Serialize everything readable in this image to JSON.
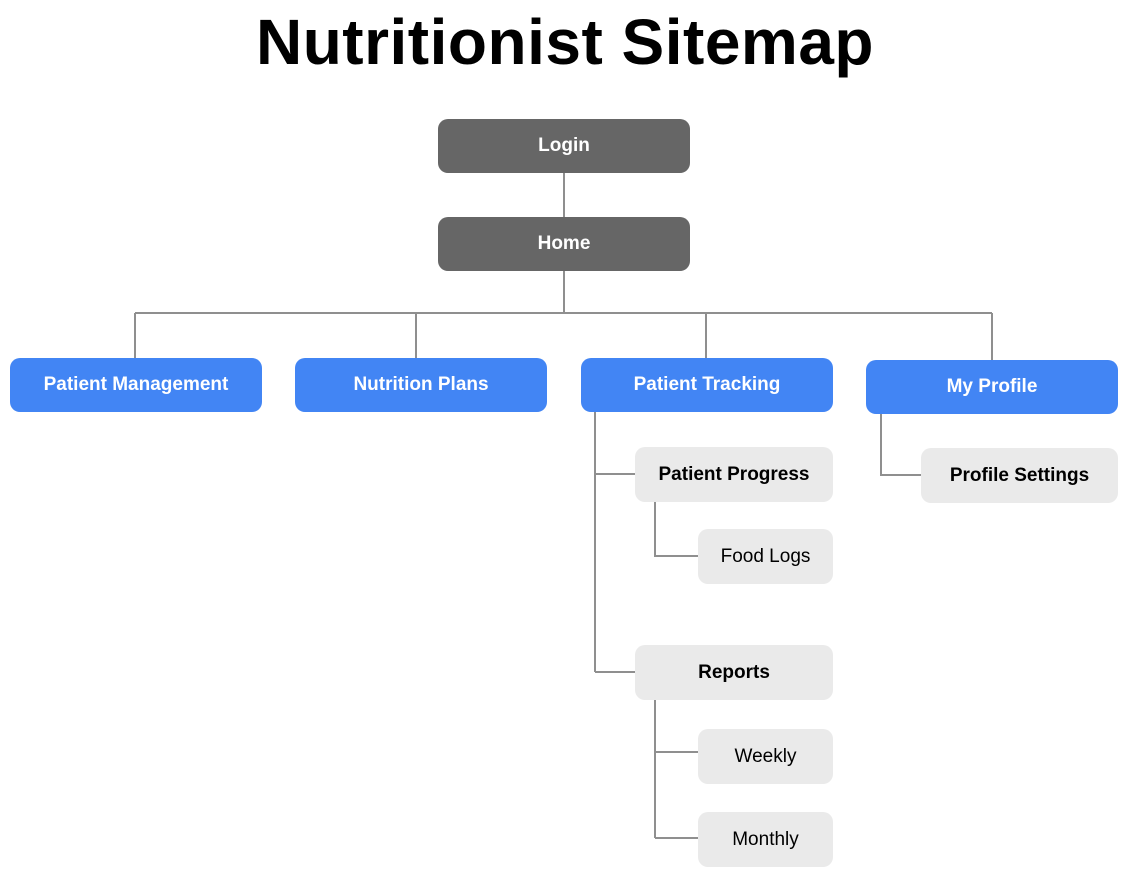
{
  "title": "Nutritionist Sitemap",
  "colors": {
    "top_node": "#666666",
    "section_node": "#4285f4",
    "sub_node": "#eaeaea",
    "connector": "#8f8f8f"
  },
  "nodes": {
    "login": "Login",
    "home": "Home",
    "patient_management": "Patient Management",
    "nutrition_plans": "Nutrition Plans",
    "patient_tracking": "Patient Tracking",
    "my_profile": "My Profile",
    "patient_progress": "Patient Progress",
    "food_logs": "Food Logs",
    "reports": "Reports",
    "weekly": "Weekly",
    "monthly": "Monthly",
    "profile_settings": "Profile Settings"
  }
}
